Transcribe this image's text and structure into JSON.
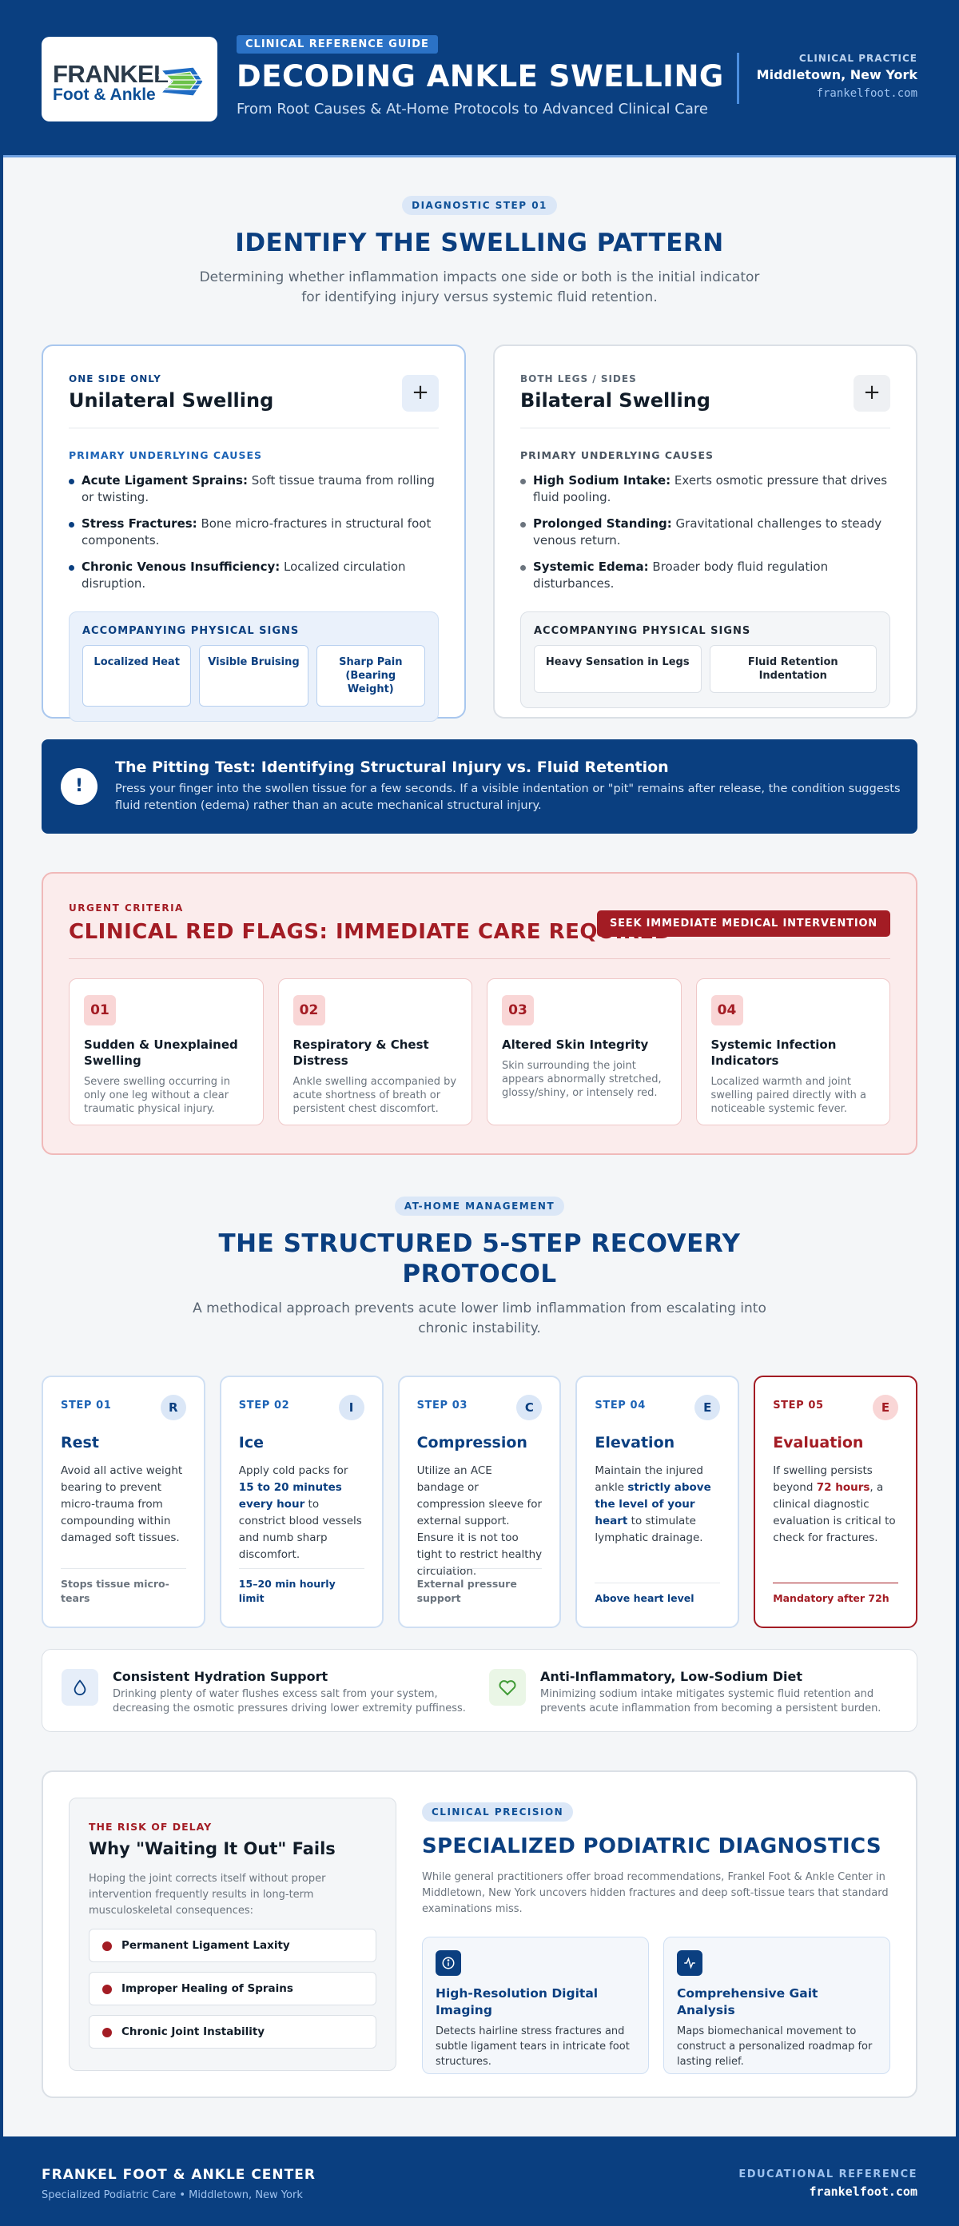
{
  "header": {
    "logo_line1": "FRANKEL",
    "logo_line2": "Foot & Ankle",
    "badge": "CLINICAL REFERENCE GUIDE",
    "title": "DECODING ANKLE SWELLING",
    "subtitle": "From Root Causes & At-Home Protocols to Advanced Clinical Care",
    "practice_label": "CLINICAL PRACTICE",
    "location": "Middletown, New York",
    "website": "frankelfoot.com"
  },
  "pattern": {
    "pill": "DIAGNOSTIC STEP 01",
    "title": "IDENTIFY THE SWELLING PATTERN",
    "description": "Determining whether inflammation impacts one side or both is the initial indicator for identifying injury versus systemic fluid retention.",
    "unilateral": {
      "kicker": "ONE SIDE ONLY",
      "title": "Unilateral Swelling",
      "causes_label": "PRIMARY UNDERLYING CAUSES",
      "causes": [
        {
          "term": "Acute Ligament Sprains:",
          "text": " Soft tissue trauma from rolling or twisting."
        },
        {
          "term": "Stress Fractures:",
          "text": " Bone micro-fractures in structural foot components."
        },
        {
          "term": "Chronic Venous Insufficiency:",
          "text": " Localized circulation disruption."
        }
      ],
      "signs_label": "ACCOMPANYING PHYSICAL SIGNS",
      "signs": [
        "Localized Heat",
        "Visible Bruising",
        "Sharp Pain (Bearing Weight)"
      ]
    },
    "bilateral": {
      "kicker": "BOTH LEGS / SIDES",
      "title": "Bilateral Swelling",
      "causes_label": "PRIMARY UNDERLYING CAUSES",
      "causes": [
        {
          "term": "High Sodium Intake:",
          "text": " Exerts osmotic pressure that drives fluid pooling."
        },
        {
          "term": "Prolonged Standing:",
          "text": " Gravitational challenges to steady venous return."
        },
        {
          "term": "Systemic Edema:",
          "text": " Broader body fluid regulation disturbances."
        }
      ],
      "signs_label": "ACCOMPANYING PHYSICAL SIGNS",
      "signs": [
        "Heavy Sensation in Legs",
        "Fluid Retention Indentation"
      ]
    }
  },
  "pitting": {
    "icon_text": "!",
    "title": "The Pitting Test: Identifying Structural Injury vs. Fluid Retention",
    "text": "Press your finger into the swollen tissue for a few seconds. If a visible indentation or \"pit\" remains after release, the condition suggests fluid retention (edema) rather than an acute mechanical structural injury."
  },
  "red_flags": {
    "kicker": "URGENT CRITERIA",
    "title": "CLINICAL RED FLAGS: IMMEDIATE CARE REQUIRED",
    "button": "SEEK IMMEDIATE MEDICAL INTERVENTION",
    "items": [
      {
        "num": "01",
        "title": "Sudden & Unexplained Swelling",
        "text": "Severe swelling occurring in only one leg without a clear traumatic physical injury."
      },
      {
        "num": "02",
        "title": "Respiratory & Chest Distress",
        "text": "Ankle swelling accompanied by acute shortness of breath or persistent chest discomfort."
      },
      {
        "num": "03",
        "title": "Altered Skin Integrity",
        "text": "Skin surrounding the joint appears abnormally stretched, glossy/shiny, or intensely red."
      },
      {
        "num": "04",
        "title": "Systemic Infection Indicators",
        "text": "Localized warmth and joint swelling paired directly with a noticeable systemic fever."
      }
    ]
  },
  "protocol": {
    "pill": "AT-HOME MANAGEMENT",
    "title_line1": "THE STRUCTURED 5-STEP RECOVERY",
    "title_line2": "PROTOCOL",
    "description": "A methodical approach prevents acute lower limb inflammation from escalating into chronic instability.",
    "steps": [
      {
        "num": "STEP 01",
        "letter": "R",
        "title": "Rest",
        "pre": "Avoid all active weight bearing to prevent micro-trauma from compounding within damaged soft tissues.",
        "bold": "",
        "post": "",
        "foot": "Stops tissue micro-tears"
      },
      {
        "num": "STEP 02",
        "letter": "I",
        "title": "Ice",
        "pre": "Apply cold packs for ",
        "bold": "15 to 20 minutes every hour",
        "post": " to constrict blood vessels and numb sharp discomfort.",
        "foot": "15–20 min hourly limit"
      },
      {
        "num": "STEP 03",
        "letter": "C",
        "title": "Compression",
        "pre": "Utilize an ACE bandage or compression sleeve for external support. Ensure it is not too tight to restrict healthy circulation.",
        "bold": "",
        "post": "",
        "foot": "External pressure support"
      },
      {
        "num": "STEP 04",
        "letter": "E",
        "title": "Elevation",
        "pre": "Maintain the injured ankle ",
        "bold": "strictly above the level of your heart",
        "post": " to stimulate lymphatic drainage.",
        "foot": "Above heart level"
      },
      {
        "num": "STEP 05",
        "letter": "E",
        "title": "Evaluation",
        "pre": "If swelling persists beyond ",
        "bold": "72 hours",
        "post": ", a clinical diagnostic evaluation is critical to check for fractures.",
        "foot": "Mandatory after 72h"
      }
    ]
  },
  "tips": [
    {
      "icon": "water-drop-icon",
      "title": "Consistent Hydration Support",
      "text": "Drinking plenty of water flushes excess salt from your system, decreasing the osmotic pressures driving lower extremity puffiness."
    },
    {
      "icon": "heart-icon",
      "title": "Anti-Inflammatory, Low-Sodium Diet",
      "text": "Minimizing sodium intake mitigates systemic fluid retention and prevents acute inflammation from becoming a persistent burden."
    }
  ],
  "delay": {
    "kicker": "THE RISK OF DELAY",
    "title": "Why \"Waiting It Out\" Fails",
    "text": "Hoping the joint corrects itself without proper intervention frequently results in long-term musculoskeletal consequences:",
    "items": [
      "Permanent Ligament Laxity",
      "Improper Healing of Sprains",
      "Chronic Joint Instability"
    ]
  },
  "diagnostics": {
    "pill": "CLINICAL PRECISION",
    "title": "SPECIALIZED PODIATRIC DIAGNOSTICS",
    "text": "While general practitioners offer broad recommendations, Frankel Foot & Ankle Center in Middletown, New York uncovers hidden fractures and deep soft-tissue tears that standard examinations miss.",
    "cards": [
      {
        "icon": "info-icon",
        "title": "High-Resolution Digital Imaging",
        "text": "Detects hairline stress fractures and subtle ligament tears in intricate foot structures."
      },
      {
        "icon": "activity-icon",
        "title": "Comprehensive Gait Analysis",
        "text": "Maps biomechanical movement to construct a personalized roadmap for lasting relief."
      }
    ]
  },
  "footer": {
    "name": "FRANKEL FOOT & ANKLE CENTER",
    "tagline": "Specialized Podiatric Care • Middletown, New York",
    "ref_label": "EDUCATIONAL REFERENCE",
    "website": "frankelfoot.com"
  },
  "colors": {
    "brand_navy": "#0a3f80",
    "accent_blue": "#2b72c6",
    "alert_red": "#a31c24",
    "page_bg": "#f4f6f8"
  }
}
